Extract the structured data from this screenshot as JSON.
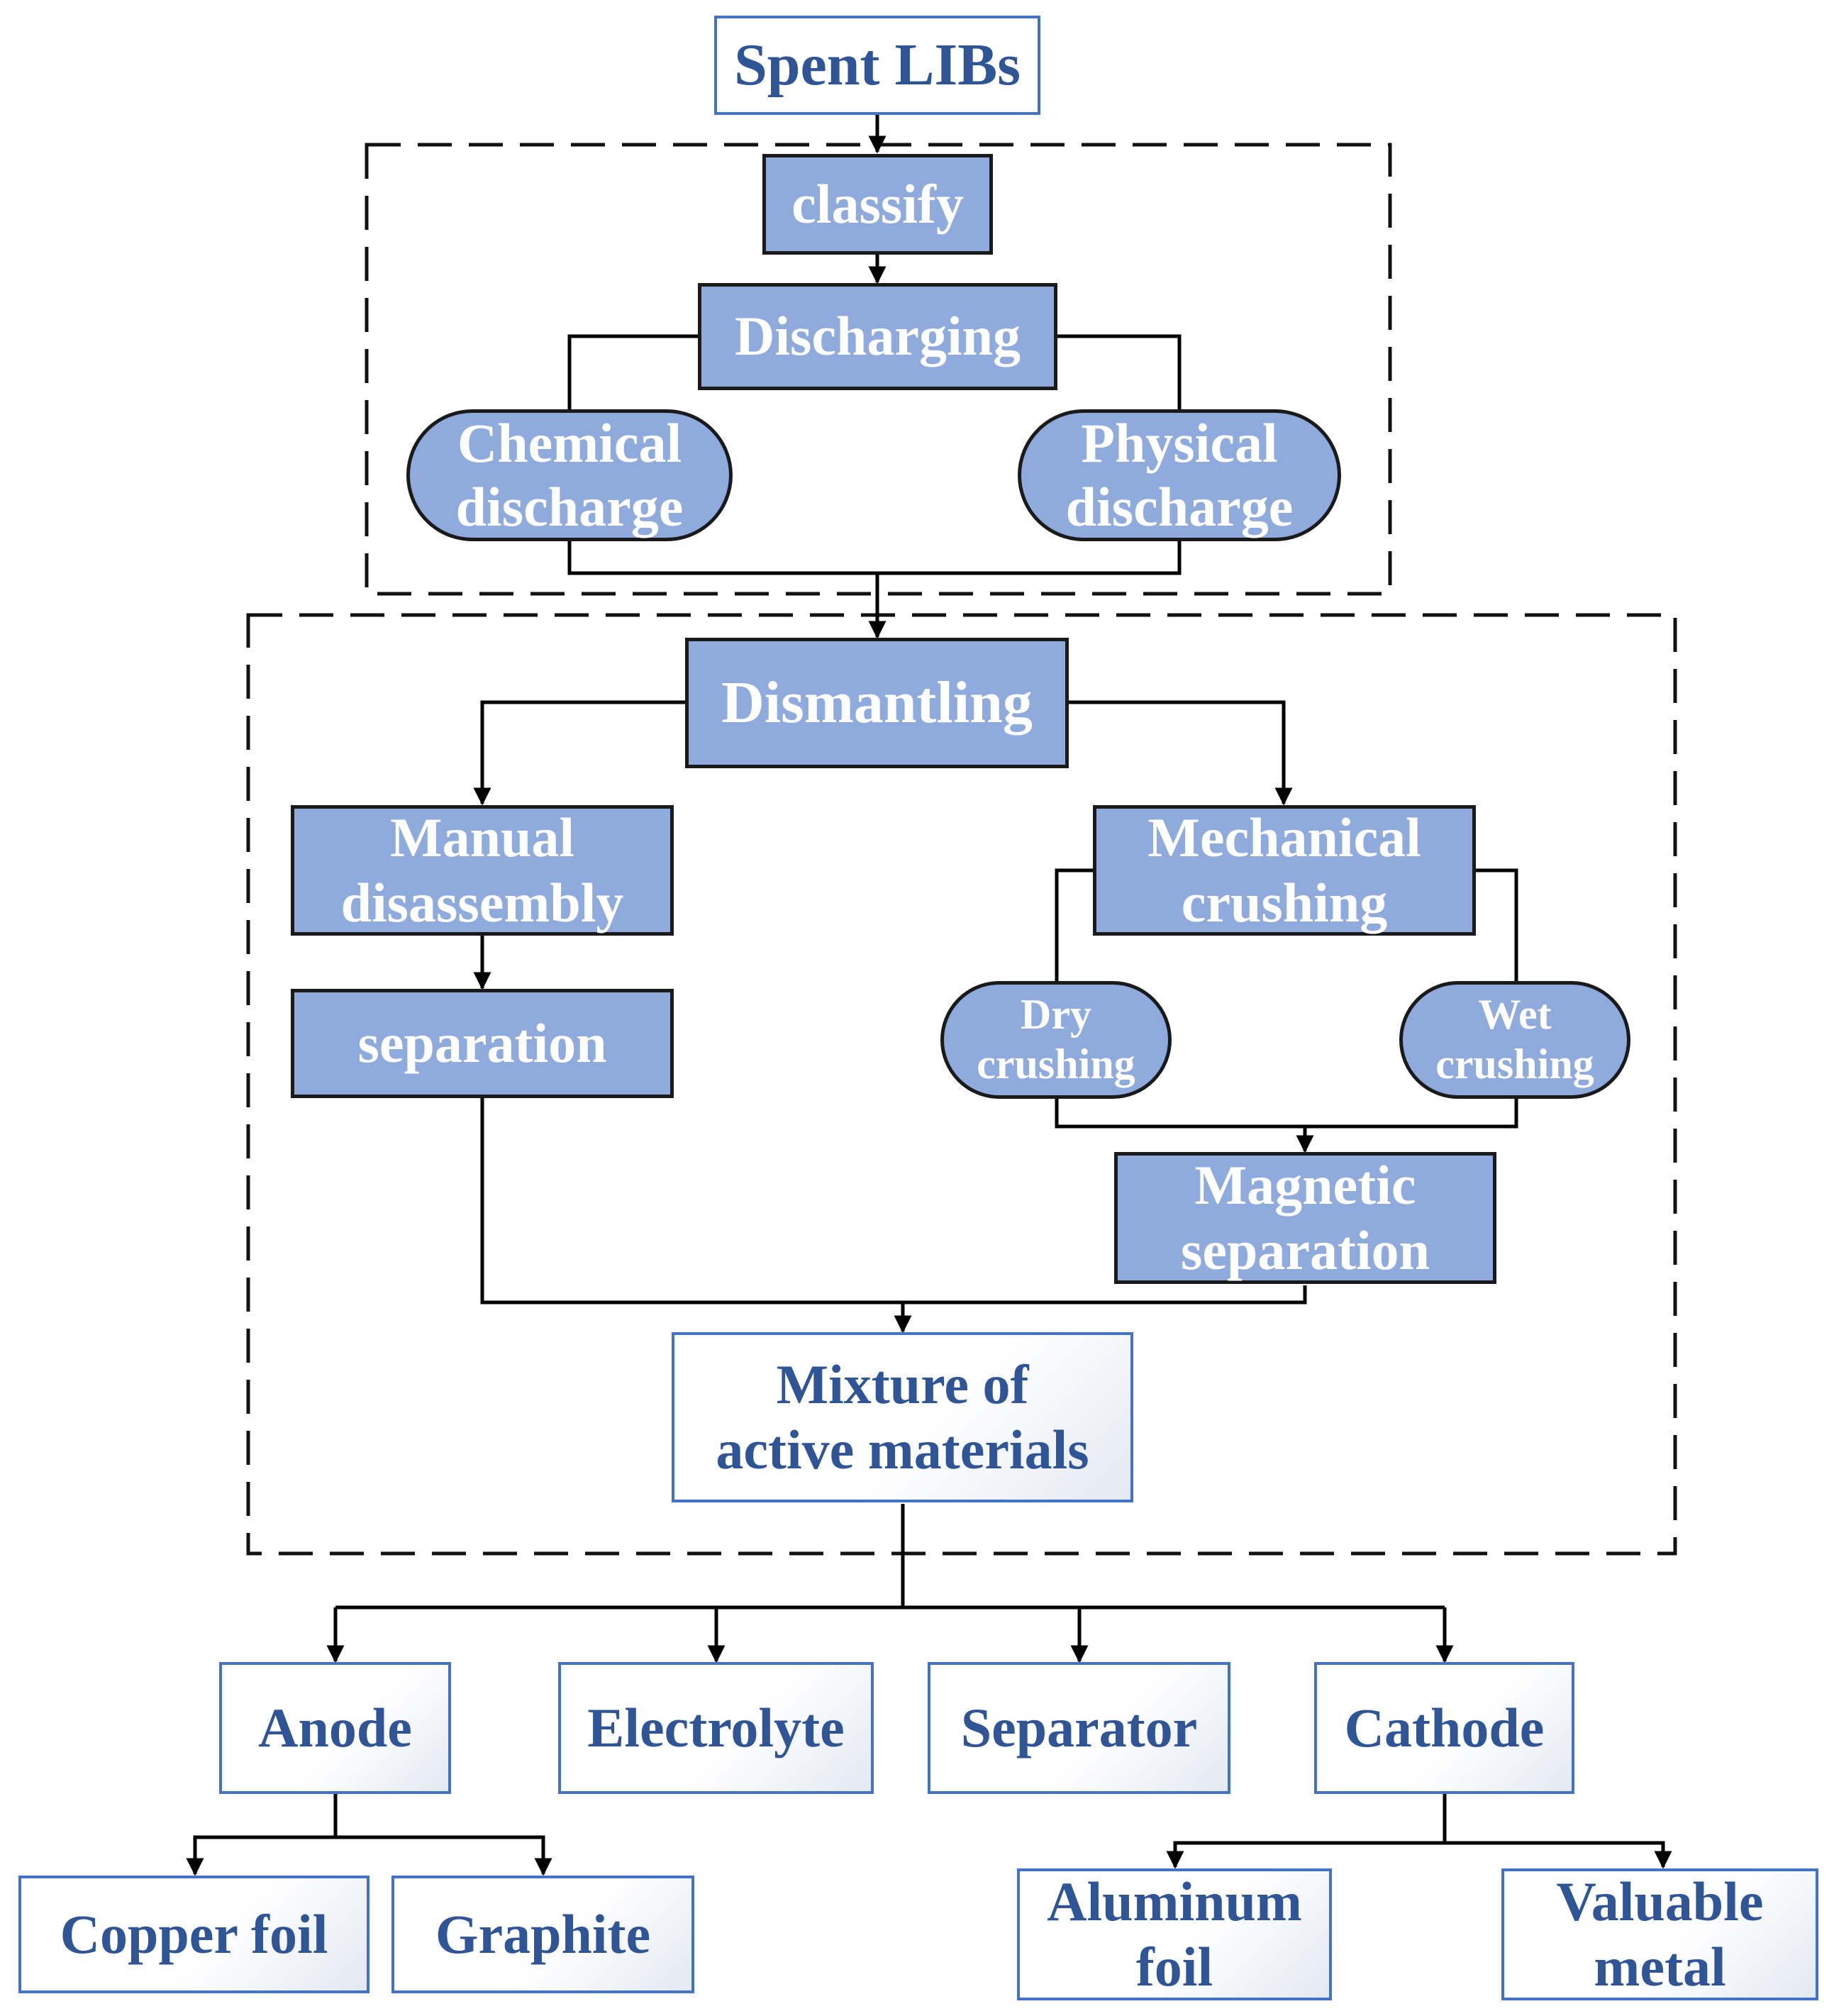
{
  "nodes": {
    "spent_libs": "Spent LIBs",
    "classify": "classify",
    "discharging": "Discharging",
    "chemical_discharge": [
      "Chemical",
      "discharge"
    ],
    "physical_discharge": [
      "Physical",
      "discharge"
    ],
    "dismantling": "Dismantling",
    "manual_disassembly": [
      "Manual",
      "disassembly"
    ],
    "separation": "separation",
    "mechanical_crushing": [
      "Mechanical",
      "crushing"
    ],
    "dry_crushing": [
      "Dry",
      "crushing"
    ],
    "wet_crushing": [
      "Wet",
      "crushing"
    ],
    "magnetic_separation": [
      "Magnetic",
      "separation"
    ],
    "mixture": [
      "Mixture of",
      "active materials"
    ],
    "anode": "Anode",
    "electrolyte": "Electrolyte",
    "separator": "Separator",
    "cathode": "Cathode",
    "copper_foil": "Copper foil",
    "graphite": "Graphite",
    "aluminum_foil": [
      "Aluminum",
      "foil"
    ],
    "valuable_metal": [
      "Valuable",
      "metal"
    ]
  },
  "colors": {
    "process_fill": "#8faadc",
    "process_text": "#ffffff",
    "io_border": "#4472c4",
    "io_text": "#2f5597",
    "line": "#000000"
  }
}
